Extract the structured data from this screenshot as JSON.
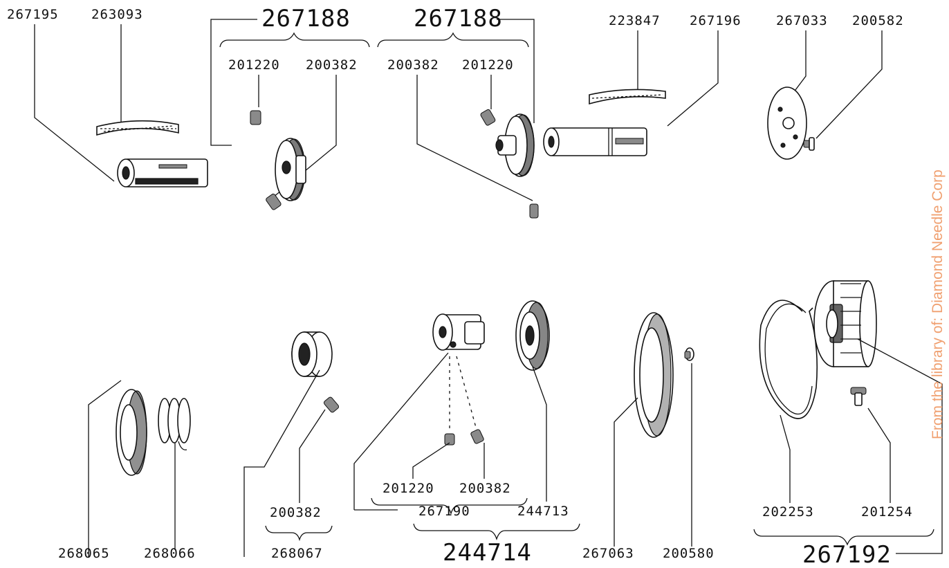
{
  "watermark": "From the library of: Diamond Needle Corp",
  "labels": {
    "p267195": "267195",
    "p263093": "263093",
    "asm267188_left": "267188",
    "p201220_a": "201220",
    "p200382_a": "200382",
    "asm267188_right": "267188",
    "p200382_b": "200382",
    "p201220_b": "201220",
    "p223847": "223847",
    "p267196": "267196",
    "p267033": "267033",
    "p200582": "200582",
    "p268065": "268065",
    "p268066": "268066",
    "p200382_c": "200382",
    "p268067": "268067",
    "p201220_c": "201220",
    "p200382_d": "200382",
    "p267190": "267190",
    "p244713": "244713",
    "asm244714": "244714",
    "p267063": "267063",
    "p200580": "200580",
    "p202253": "202253",
    "p201254": "201254",
    "asm267192": "267192"
  }
}
